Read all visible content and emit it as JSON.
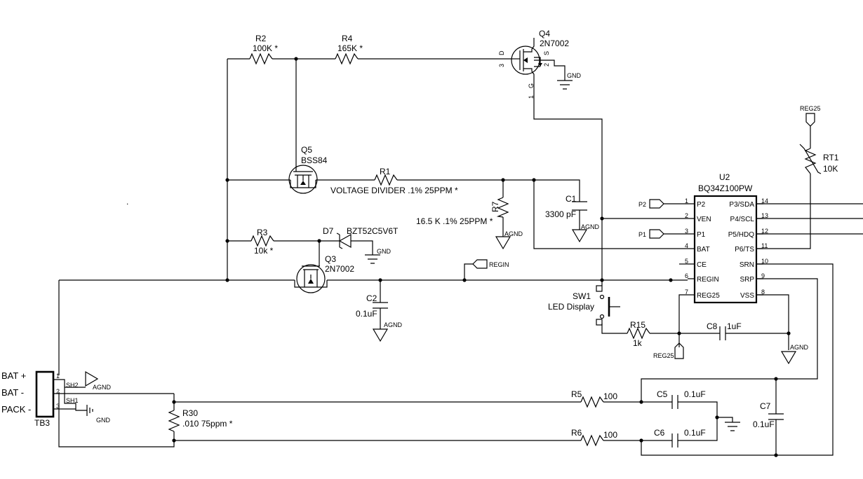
{
  "components": {
    "r2": {
      "ref": "R2",
      "value": "100K *"
    },
    "r4": {
      "ref": "R4",
      "value": "165K *"
    },
    "q4": {
      "ref": "Q4",
      "value": "2N7002",
      "pin_d": "D",
      "pin_s": "S",
      "pin_g": "G",
      "pin3": "3",
      "pin2": "2",
      "pin1": "1"
    },
    "q5": {
      "ref": "Q5",
      "value": "BSS84"
    },
    "r1": {
      "ref": "R1",
      "value": "VOLTAGE DIVIDER .1% 25PPM *"
    },
    "r7": {
      "ref": "R7",
      "value": "16.5 K .1% 25PPM *"
    },
    "c1": {
      "ref": "C1",
      "value": "3300 pF"
    },
    "r3": {
      "ref": "R3",
      "value": "10k *"
    },
    "d7": {
      "ref": "D7",
      "value": "BZT52C5V6T"
    },
    "q3": {
      "ref": "Q3",
      "value": "2N7002"
    },
    "c2": {
      "ref": "C2",
      "value": "0.1uF"
    },
    "sw1": {
      "ref": "SW1",
      "value": "LED Display"
    },
    "r15": {
      "ref": "R15",
      "value": "1k"
    },
    "c8": {
      "ref": "C8",
      "value": "1uF"
    },
    "rt1": {
      "ref": "RT1",
      "value": "10K"
    },
    "r30": {
      "ref": "R30",
      "value": ".010 75ppm *"
    },
    "r5": {
      "ref": "R5",
      "value": "100"
    },
    "r6": {
      "ref": "R6",
      "value": "100"
    },
    "c5": {
      "ref": "C5",
      "value": "0.1uF"
    },
    "c6": {
      "ref": "C6",
      "value": "0.1uF"
    },
    "c7": {
      "ref": "C7",
      "value": "0.1uF"
    },
    "tb3": {
      "ref": "TB3",
      "pin1": "1",
      "pin2": "2",
      "pin3": "3",
      "sh2": "SH2",
      "sh1": "SH1"
    }
  },
  "connector_labels": {
    "bat_plus": "BAT +",
    "bat_minus": "BAT -",
    "pack_minus": "PACK -"
  },
  "ic": {
    "ref": "U2",
    "part": "BQ34Z100PW",
    "left_pins": [
      {
        "num": "1",
        "name": "P2"
      },
      {
        "num": "2",
        "name": "VEN"
      },
      {
        "num": "3",
        "name": "P1"
      },
      {
        "num": "4",
        "name": "BAT"
      },
      {
        "num": "5",
        "name": "CE"
      },
      {
        "num": "6",
        "name": "REGIN"
      },
      {
        "num": "7",
        "name": "REG25"
      }
    ],
    "right_pins": [
      {
        "num": "14",
        "name": "P3/SDA"
      },
      {
        "num": "13",
        "name": "P4/SCL"
      },
      {
        "num": "12",
        "name": "P5/HDQ"
      },
      {
        "num": "11",
        "name": "P6/TS"
      },
      {
        "num": "10",
        "name": "SRN"
      },
      {
        "num": "9",
        "name": "SRP"
      },
      {
        "num": "8",
        "name": "VSS"
      }
    ]
  },
  "nets": {
    "gnd": "GND",
    "agnd": "AGND",
    "regin": "REGIN",
    "reg25": "REG25",
    "p2": "P2",
    "p1": "P1"
  },
  "stray_mark": "."
}
